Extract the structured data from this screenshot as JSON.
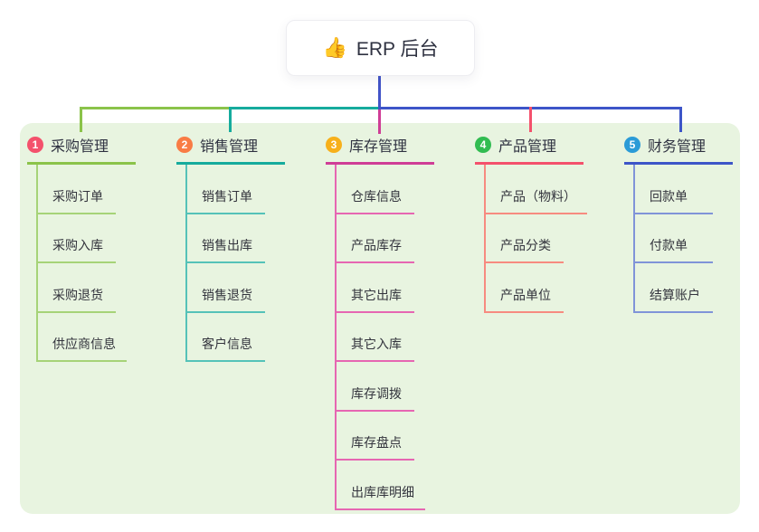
{
  "root": {
    "icon": "👍",
    "icon_name": "thumbs-up-icon",
    "title": "ERP 后台"
  },
  "colors": {
    "page_bg": "#ffffff",
    "panel_bg": "#e8f4e0",
    "root_line": "#4254c8",
    "text_dark": "#2f3241",
    "text_child": "#33343d"
  },
  "branches": [
    {
      "number": "1",
      "label": "采购管理",
      "badge_color": "#f4516c",
      "line_color": "#8bc34a",
      "child_line_color": "#a6d378",
      "children": [
        "采购订单",
        "采购入库",
        "采购退货",
        "供应商信息"
      ]
    },
    {
      "number": "2",
      "label": "销售管理",
      "badge_color": "#f97c45",
      "line_color": "#16ab9d",
      "child_line_color": "#55c2b8",
      "children": [
        "销售订单",
        "销售出库",
        "销售退货",
        "客户信息"
      ]
    },
    {
      "number": "3",
      "label": "库存管理",
      "badge_color": "#f7b01a",
      "line_color": "#cf3d96",
      "child_line_color": "#e666b2",
      "children": [
        "仓库信息",
        "产品库存",
        "其它出库",
        "其它入库",
        "库存调拨",
        "库存盘点",
        "出库库明细"
      ]
    },
    {
      "number": "4",
      "label": "产品管理",
      "badge_color": "#31bc51",
      "line_color": "#f4516c",
      "child_line_color": "#f78b80",
      "children": [
        "产品（物料）",
        "产品分类",
        "产品单位"
      ]
    },
    {
      "number": "5",
      "label": "财务管理",
      "badge_color": "#2b9bd7",
      "line_color": "#3d55c8",
      "child_line_color": "#8094d8",
      "children": [
        "回款单",
        "付款单",
        "结算账户"
      ]
    }
  ]
}
